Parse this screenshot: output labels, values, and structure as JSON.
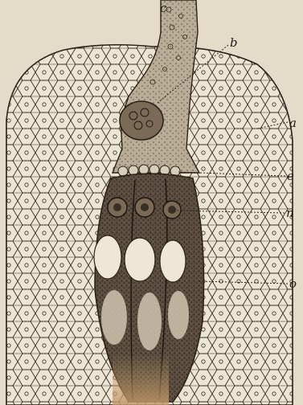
{
  "labels": {
    "c": "c",
    "b": "b",
    "a": "a",
    "e": "e",
    "n": "n",
    "o": "o"
  },
  "colors": {
    "paper": "#e4dcc9",
    "ink": "#2a2118",
    "cell_fill": "#ece5d4",
    "dark_tissue": "#5b4e40",
    "egg_cell": "#efe7d6",
    "stain": "#c49a6a"
  }
}
